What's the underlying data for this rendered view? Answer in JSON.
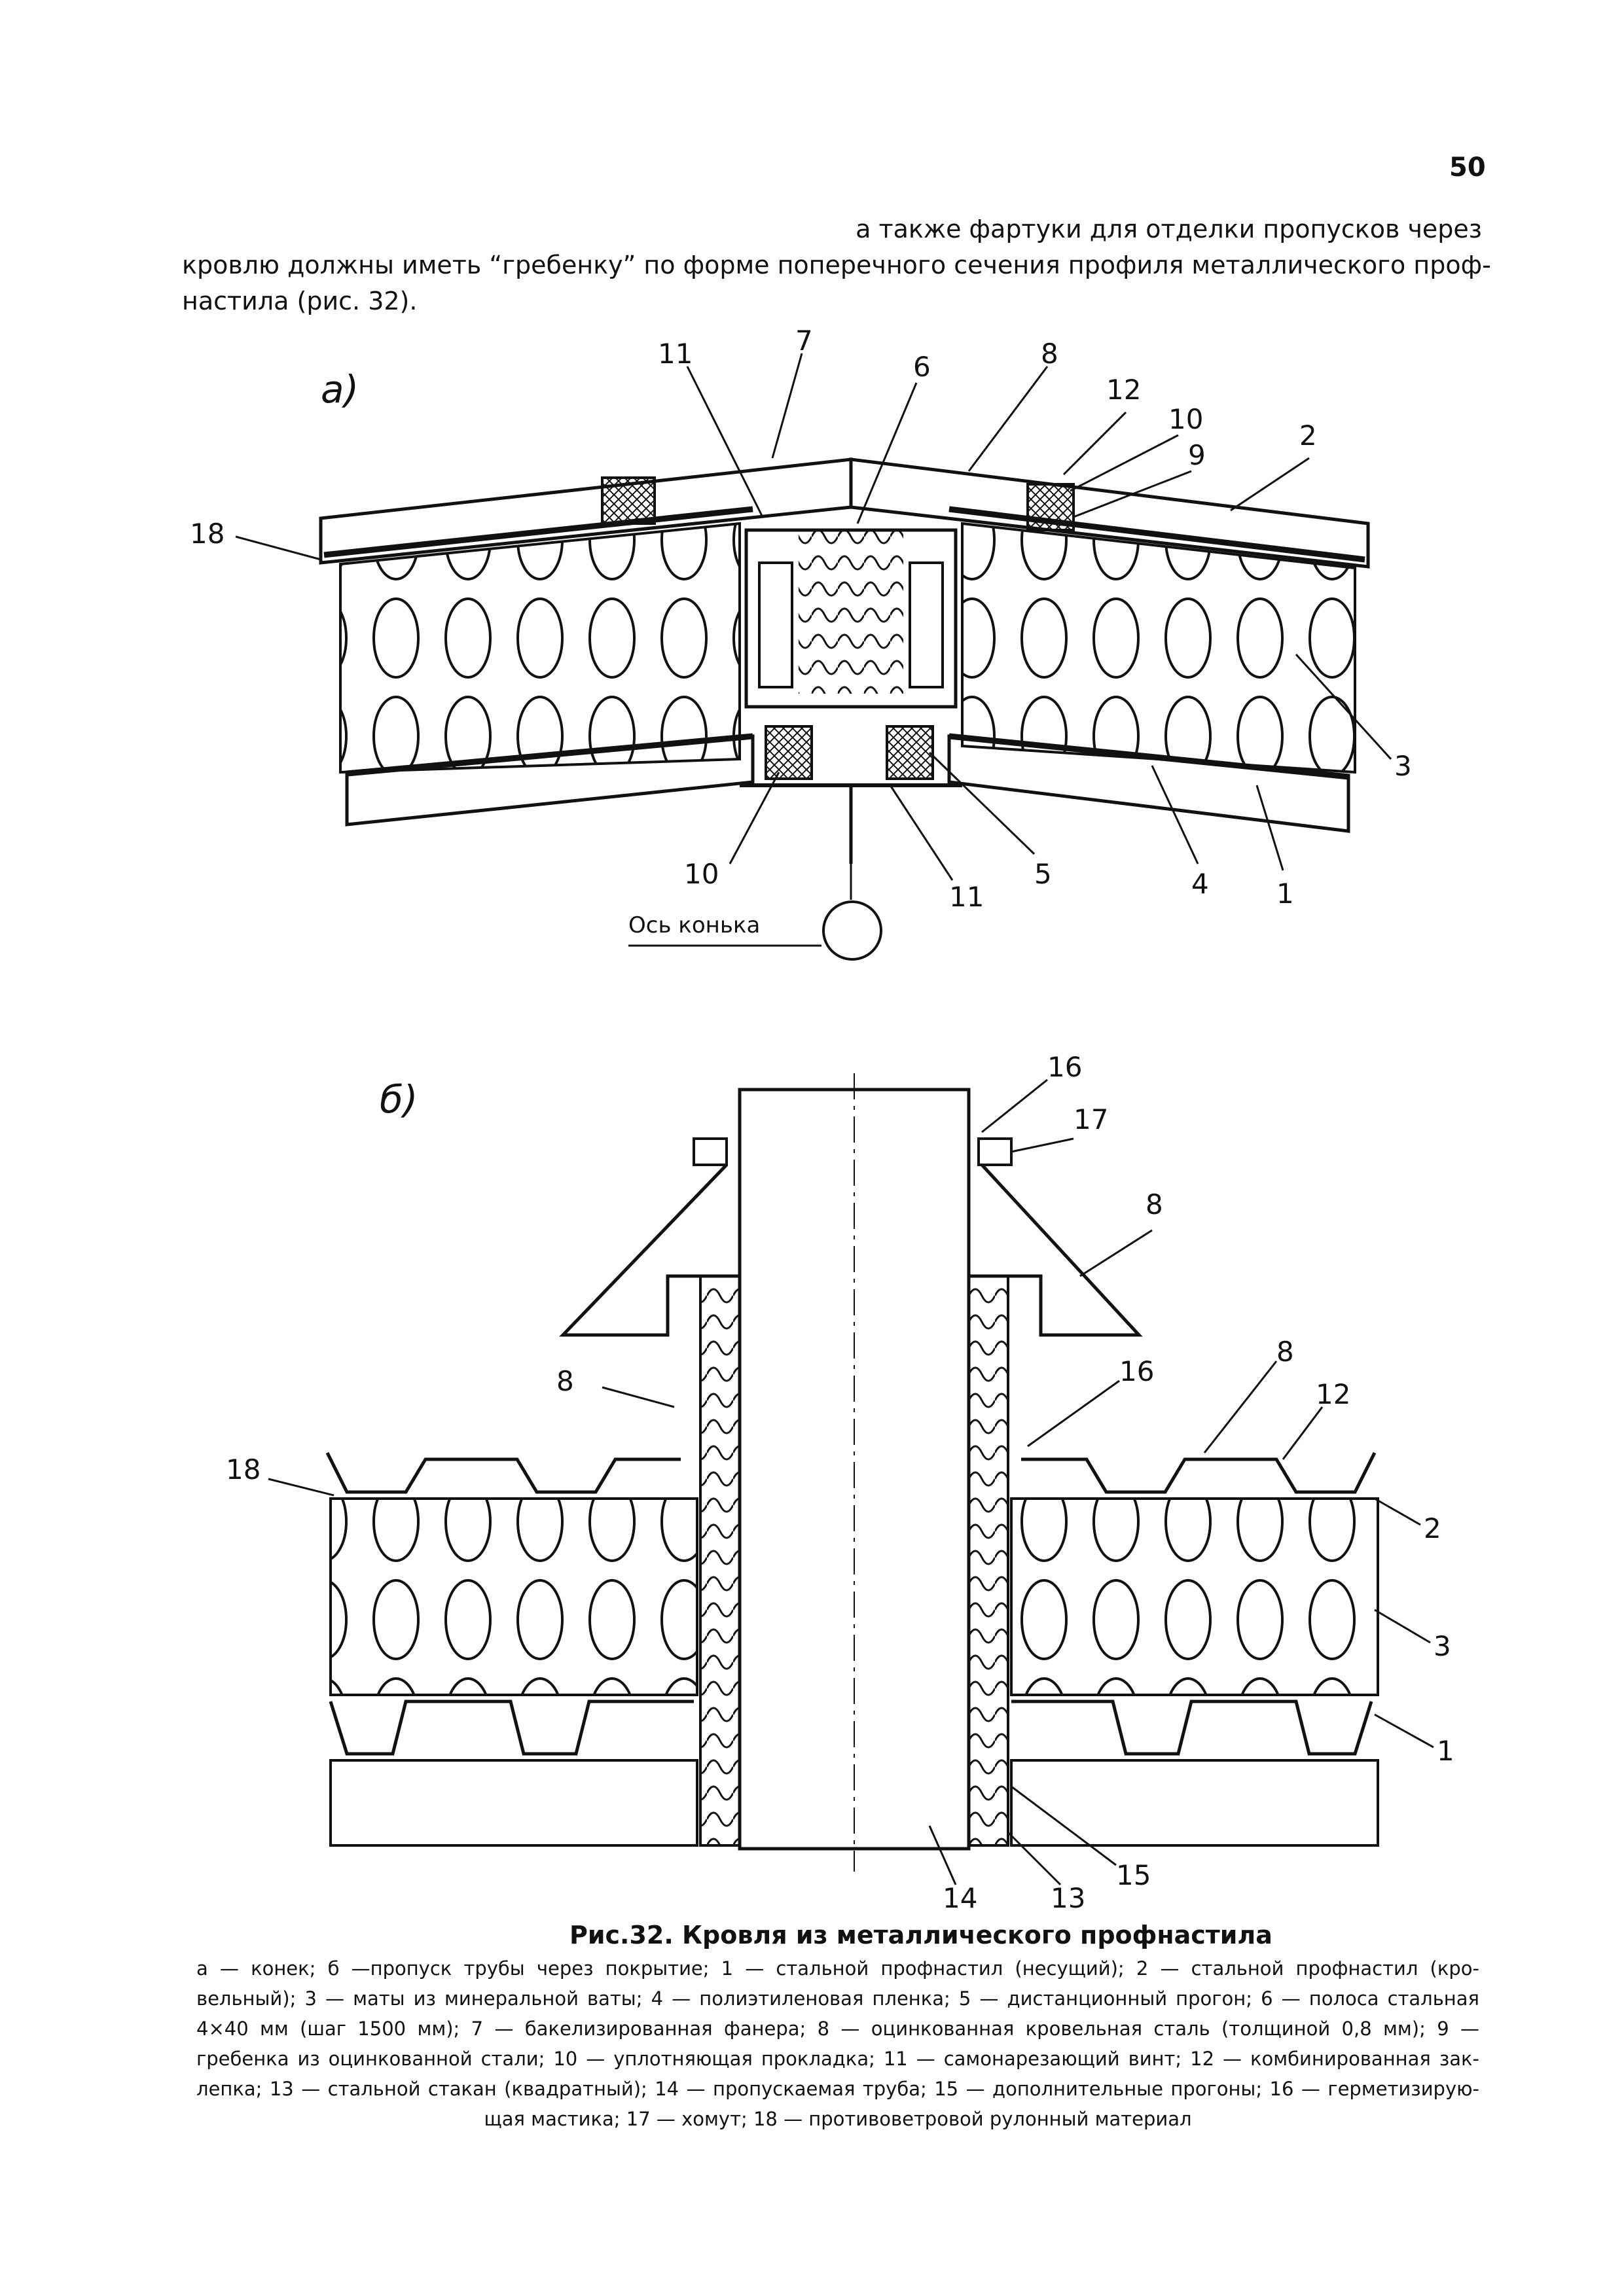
{
  "page": {
    "number": "50"
  },
  "intro_text": {
    "line1": "а также фартуки для отделки пропусков через",
    "line2": "кровлю должны иметь “гребенку” по форме поперечного сечения профиля металлического проф-",
    "line3": "настила (рис. 32)."
  },
  "figure_a": {
    "label": "а)",
    "axis_label": "Ось конька",
    "callouts": [
      "11",
      "7",
      "6",
      "8",
      "12",
      "10",
      "9",
      "2",
      "18",
      "3",
      "10",
      "11",
      "5",
      "4",
      "1"
    ]
  },
  "figure_b": {
    "label": "б)",
    "callouts": [
      "16",
      "17",
      "8",
      "8",
      "16",
      "8",
      "12",
      "18",
      "2",
      "3",
      "1",
      "14",
      "13",
      "15"
    ]
  },
  "caption": {
    "title": "Рис.32. Кровля из металлического профнастила",
    "lines": [
      "а — конек; б —пропуск трубы через покрытие; 1 — стальной профнастил (несущий); 2 — стальной профнастил (кро-",
      "вельный); 3 — маты из минеральной ваты; 4 — полиэтиленовая пленка; 5 — дистанционный прогон; 6 — полоса стальная",
      "4×40 мм (шаг 1500 мм); 7 — бакелизированная фанера; 8 — оцинкованная кровельная сталь (толщиной 0,8 мм); 9 —",
      "гребенка из оцинкованной стали; 10 — уплотняющая прокладка; 11 — самонарезающий винт; 12 — комбинированная зак-",
      "лепка; 13 — стальной стакан (квадратный); 14 — пропускаемая труба; 15 — дополнительные прогоны; 16 — герметизирую-",
      "щая мастика; 17 — хомут; 18 — противоветровой рулонный материал"
    ]
  }
}
